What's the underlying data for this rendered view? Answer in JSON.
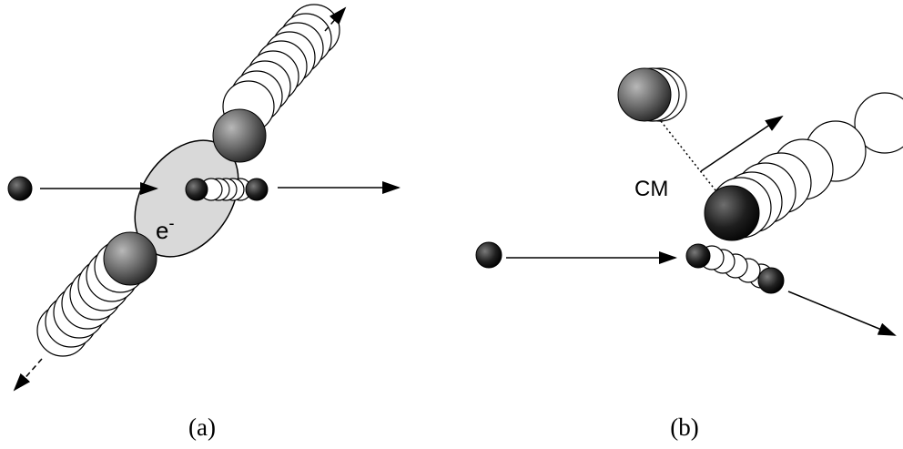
{
  "panel_a": {
    "caption": "(a)",
    "electron_label": "e",
    "electron_superscript": "-"
  },
  "panel_b": {
    "caption": "(b)",
    "cm_label": "CM"
  }
}
